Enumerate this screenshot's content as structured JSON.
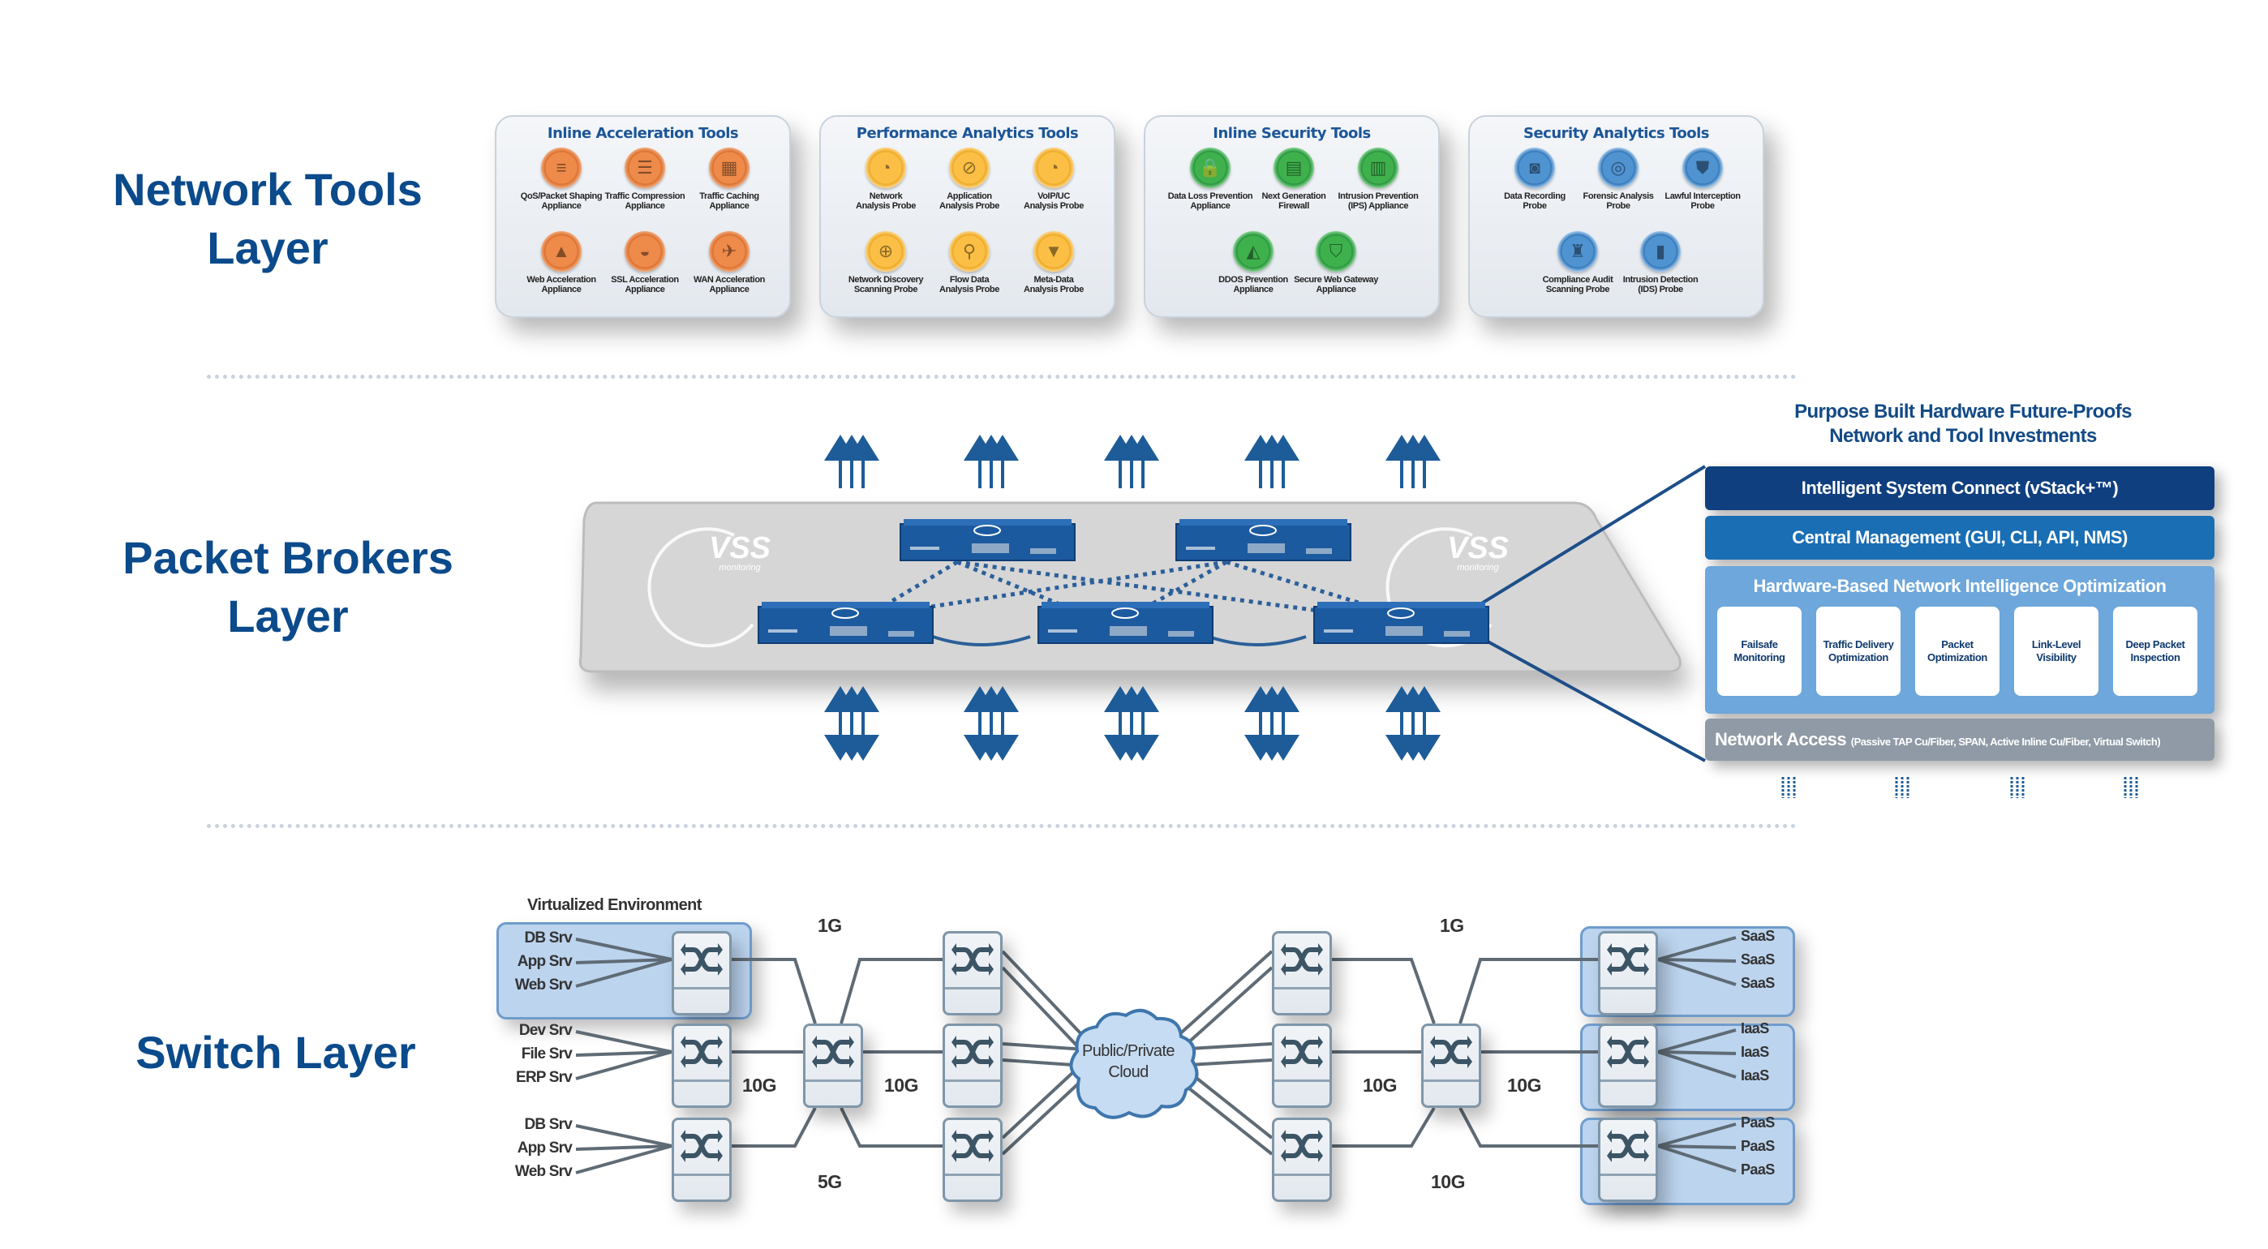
{
  "layers": {
    "tools": {
      "line1": "Network Tools",
      "line2": "Layer"
    },
    "brokers": {
      "line1": "Packet Brokers",
      "line2": "Layer"
    },
    "switch": {
      "line1": "Switch Layer"
    }
  },
  "toolboxes": [
    {
      "title": "Inline Acceleration Tools",
      "color": "orange",
      "items": [
        {
          "l1": "QoS/Packet Shaping",
          "l2": "Appliance",
          "icon": "traffic-light-icon",
          "glyph": "≡"
        },
        {
          "l1": "Traffic Compression",
          "l2": "Appliance",
          "icon": "compression-icon",
          "glyph": "☰"
        },
        {
          "l1": "Traffic Caching",
          "l2": "Appliance",
          "icon": "cache-icon",
          "glyph": "▦"
        },
        {
          "l1": "Web Acceleration",
          "l2": "Appliance",
          "icon": "rocket-icon",
          "glyph": "▲"
        },
        {
          "l1": "SSL Acceleration",
          "l2": "Appliance",
          "icon": "speedometer-icon",
          "glyph": "◒"
        },
        {
          "l1": "WAN Acceleration",
          "l2": "Appliance",
          "icon": "airplane-icon",
          "glyph": "✈"
        }
      ]
    },
    {
      "title": "Performance Analytics Tools",
      "color": "yellow",
      "items": [
        {
          "l1": "Network",
          "l2": "Analysis Probe",
          "icon": "gauge-icon",
          "glyph": "◔"
        },
        {
          "l1": "Application",
          "l2": "Analysis Probe",
          "icon": "compass-icon",
          "glyph": "⊘"
        },
        {
          "l1": "VoIP/UC",
          "l2": "Analysis Probe",
          "icon": "gauge-icon",
          "glyph": "◔"
        },
        {
          "l1": "Network Discovery",
          "l2": "Scanning Probe",
          "icon": "radar-icon",
          "glyph": "⊕"
        },
        {
          "l1": "Flow Data",
          "l2": "Analysis Probe",
          "icon": "magnifier-icon",
          "glyph": "⚲"
        },
        {
          "l1": "Meta-Data",
          "l2": "Analysis Probe",
          "icon": "funnel-icon",
          "glyph": "▼"
        }
      ]
    },
    {
      "title": "Inline Security Tools",
      "color": "green",
      "items": [
        {
          "l1": "Data Loss Prevention",
          "l2": "Appliance",
          "icon": "lock-icon",
          "glyph": "🔒"
        },
        {
          "l1": "Next Generation",
          "l2": "Firewall",
          "icon": "firewall-icon",
          "glyph": "▤"
        },
        {
          "l1": "Intrusion Prevention",
          "l2": "(IPS) Appliance",
          "icon": "fence-icon",
          "glyph": "▥"
        },
        {
          "l1": "DDOS Prevention",
          "l2": "Appliance",
          "icon": "helmet-icon",
          "glyph": "◭"
        },
        {
          "l1": "Secure Web Gateway",
          "l2": "Appliance",
          "icon": "shield-icon",
          "glyph": "⛉"
        }
      ]
    },
    {
      "title": "Security Analytics Tools",
      "color": "blue",
      "items": [
        {
          "l1": "Data Recording",
          "l2": "Probe",
          "icon": "camera-icon",
          "glyph": "◙"
        },
        {
          "l1": "Forensic Analysis",
          "l2": "Probe",
          "icon": "fingerprint-icon",
          "glyph": "◎"
        },
        {
          "l1": "Lawful Interception",
          "l2": "Probe",
          "icon": "police-hat-icon",
          "glyph": "⛊"
        },
        {
          "l1": "Compliance Audit",
          "l2": "Scanning Probe",
          "icon": "tower-icon",
          "glyph": "♜"
        },
        {
          "l1": "Intrusion Detection",
          "l2": "(IDS) Probe",
          "icon": "ids-icon",
          "glyph": "▮"
        }
      ]
    }
  ],
  "brokers": {
    "logo_text": "VSS",
    "logo_sub": "monitoring",
    "panel_title_l1": "Purpose Built Hardware Future-Proofs",
    "panel_title_l2": "Network and Tool Investments",
    "bar_system_connect": "Intelligent System Connect (vStack+™)",
    "bar_central_mgmt": "Central Management (GUI, CLI, API, NMS)",
    "bar_hw_opt": "Hardware-Based Network Intelligence Optimization",
    "features": [
      {
        "l1": "Failsafe",
        "l2": "Monitoring"
      },
      {
        "l1": "Traffic Delivery",
        "l2": "Optimization"
      },
      {
        "l1": "Packet",
        "l2": "Optimization"
      },
      {
        "l1": "Link-Level",
        "l2": "Visibility"
      },
      {
        "l1": "Deep Packet",
        "l2": "Inspection"
      }
    ],
    "bar_access_main": "Network Access",
    "bar_access_sub": "(Passive TAP Cu/Fiber, SPAN, Active Inline Cu/Fiber, Virtual Switch)"
  },
  "switch": {
    "virtualized_label": "Virtualized Environment",
    "left_groups": [
      [
        "DB Srv",
        "App Srv",
        "Web Srv"
      ],
      [
        "Dev Srv",
        "File Srv",
        "ERP Srv"
      ],
      [
        "DB Srv",
        "App Srv",
        "Web Srv"
      ]
    ],
    "right_groups": [
      [
        "SaaS",
        "SaaS",
        "SaaS"
      ],
      [
        "IaaS",
        "IaaS",
        "IaaS"
      ],
      [
        "PaaS",
        "PaaS",
        "PaaS"
      ]
    ],
    "cloud_l1": "Public/Private",
    "cloud_l2": "Cloud",
    "speeds_left": {
      "top": "1G",
      "mid_a": "10G",
      "mid_b": "10G",
      "bottom": "5G"
    },
    "speeds_right": {
      "top": "1G",
      "mid_a": "10G",
      "mid_b": "10G",
      "bottom": "10G"
    }
  },
  "colors": {
    "label_blue": "#0b4a8b",
    "dark_bar": "#0f3f7e",
    "mid_bar": "#1a6eb4",
    "light_bar": "#6da7db",
    "gray_bar": "#8f9aa6"
  }
}
